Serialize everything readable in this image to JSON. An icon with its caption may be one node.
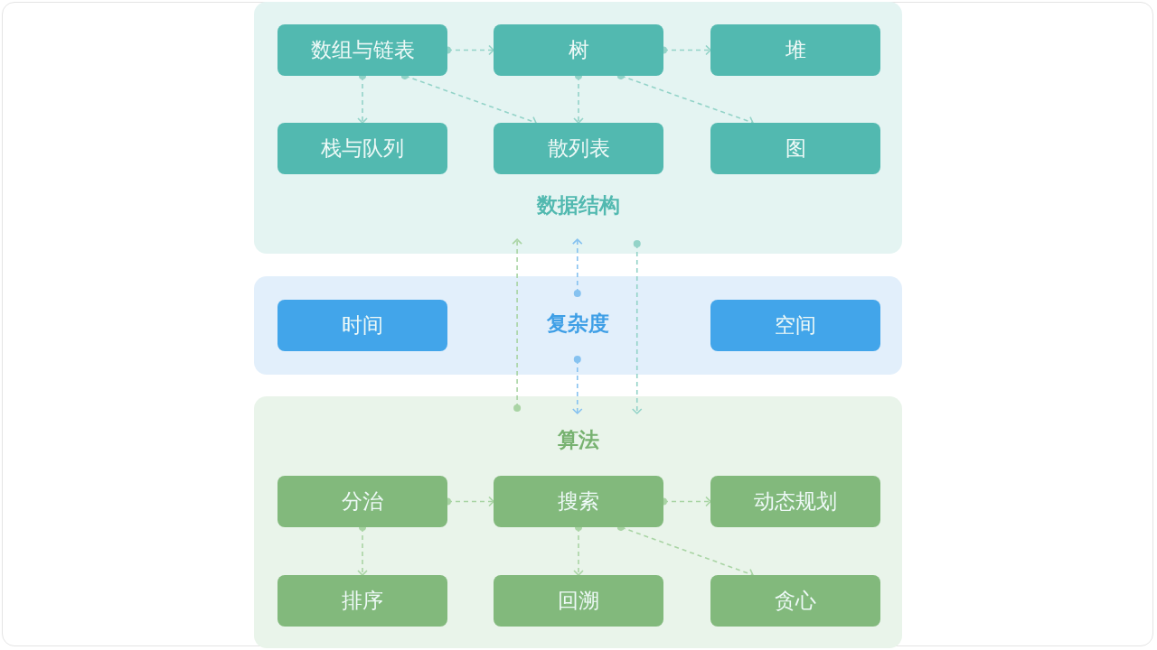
{
  "diagram": {
    "nodes": [
      {
        "text": [
          "数据结构"
        ]
      },
      {
        "text": [
          "数组与链表"
        ],
        "in": 0
      },
      {
        "text": [
          "树"
        ],
        "in": 0
      },
      {
        "text": [
          "堆"
        ],
        "in": 0
      },
      {
        "text": [
          "栈与队列"
        ],
        "in": 0
      },
      {
        "text": [
          "散列表"
        ],
        "in": 0
      },
      {
        "text": [
          "图"
        ],
        "in": 0
      },
      {
        "text": [
          "复杂度"
        ]
      },
      {
        "text": [
          "时间"
        ],
        "in": 7
      },
      {
        "text": [
          "空间"
        ],
        "in": 7
      },
      {
        "text": [
          "算法"
        ]
      },
      {
        "text": [
          "分治"
        ],
        "in": 10
      },
      {
        "text": [
          "搜索"
        ],
        "in": 10
      },
      {
        "text": [
          "动态规划"
        ],
        "in": 10
      },
      {
        "text": [
          "排序"
        ],
        "in": 10
      },
      {
        "text": [
          "回溯"
        ],
        "in": 10
      },
      {
        "text": [
          "贪心"
        ],
        "in": 10
      }
    ],
    "edges": [
      {
        "from": 1,
        "to": 2,
        "arrow": "to",
        "style": "dashed"
      },
      {
        "from": 2,
        "to": 3,
        "arrow": "to",
        "style": "dashed"
      },
      {
        "from": 1,
        "to": 4,
        "arrow": "to",
        "style": "dashed"
      },
      {
        "from": 1,
        "to": 5,
        "arrow": "to",
        "style": "dashed"
      },
      {
        "from": 2,
        "to": 5,
        "arrow": "to",
        "style": "dashed"
      },
      {
        "from": 2,
        "to": 6,
        "arrow": "to",
        "style": "dashed"
      },
      {
        "from": 11,
        "to": 12,
        "arrow": "to",
        "style": "dashed",
        "color": "#a9d4a4"
      },
      {
        "from": 12,
        "to": 13,
        "arrow": "to",
        "style": "dashed",
        "color": "#a9d4a4"
      },
      {
        "from": 11,
        "to": 14,
        "arrow": "to",
        "style": "dashed",
        "color": "#a9d4a4"
      },
      {
        "from": 12,
        "to": 15,
        "arrow": "to",
        "style": "dashed",
        "color": "#a9d4a4"
      },
      {
        "from": 12,
        "to": 16,
        "arrow": "to",
        "style": "dashed",
        "color": "#a9d4a4"
      },
      {
        "from": 10,
        "to": 0,
        "arrow": "to",
        "style": "dashed",
        "color": "#a9d4a4"
      },
      {
        "from": 7,
        "to": 0,
        "arrow": "to",
        "style": "dashed",
        "color": "#86c2f0"
      },
      {
        "from": 7,
        "to": 10,
        "arrow": "to",
        "style": "dashed",
        "color": "#86c2f0"
      },
      {
        "from": 0,
        "to": 10,
        "arrow": "to",
        "style": "dashed"
      }
    ]
  }
}
